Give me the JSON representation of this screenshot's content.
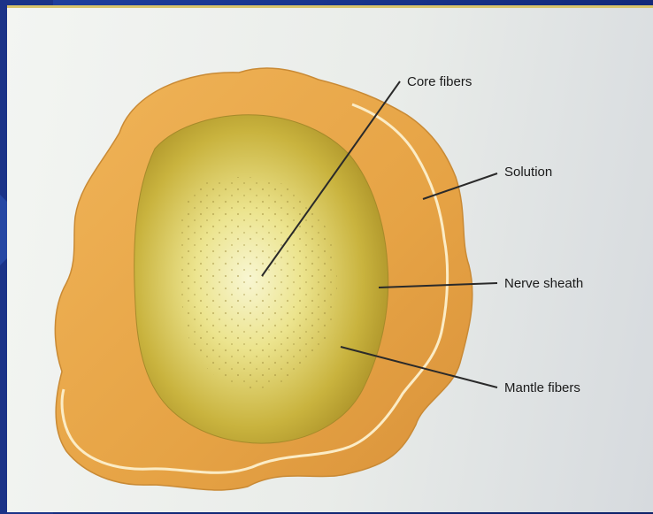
{
  "diagram": {
    "labels": {
      "core_fibers": "Core fibers",
      "solution": "Solution",
      "nerve_sheath": "Nerve sheath",
      "mantle_fibers": "Mantle fibers"
    },
    "colors": {
      "slide_background": "#1a2f7a",
      "photo_background": "#eef0ee",
      "solution_fill": "#e9a94a",
      "sheath_line": "#f8e8c0",
      "mantle_fill": "#c6a83a",
      "core_center": "#f7f4c8",
      "leader_line": "#2a2a2a"
    }
  }
}
